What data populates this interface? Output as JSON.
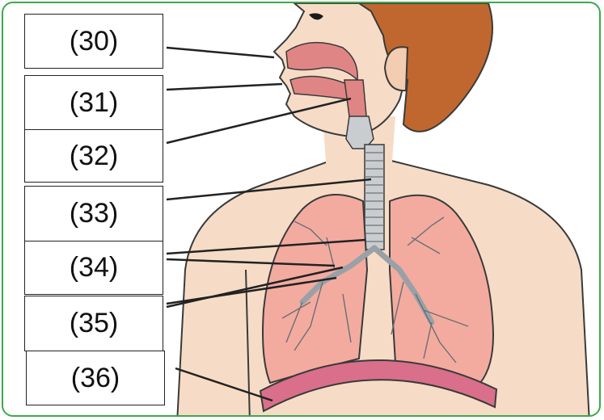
{
  "labels": [
    "(30)",
    "(31)",
    "(32)",
    "(33)",
    "(34)",
    "(35)",
    "(36)"
  ],
  "colors": {
    "frame": "#3fa84a",
    "skin": "#f6dcc6",
    "hair": "#c0672f",
    "lung": "#f3aba0",
    "airway": "#9aa1a6",
    "diaphragm": "#d96f8a",
    "mouth": "#e08585"
  }
}
